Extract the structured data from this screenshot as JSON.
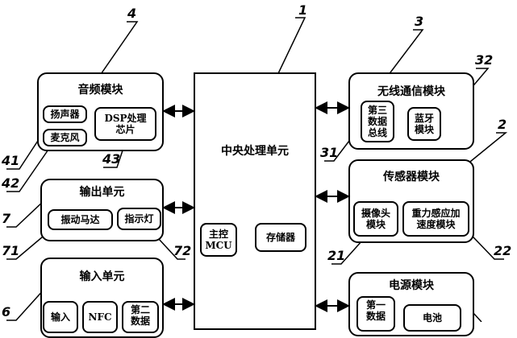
{
  "central": {
    "title": "中央处理单元",
    "mcu": "主控\nMCU",
    "storage": "存储器"
  },
  "audio": {
    "title": "音频模块",
    "speaker": "扬声器",
    "mic": "麦克风",
    "dsp": "DSP处理\n芯片"
  },
  "output": {
    "title": "输出单元",
    "motor": "振动马达",
    "indicator": "指示灯"
  },
  "input": {
    "title": "输入单元",
    "key": "输入",
    "nfc": "NFC",
    "second": "第二\n数据"
  },
  "wireless": {
    "title": "无线通信模块",
    "bus3": "第三\n数据\n总线",
    "bluetooth": "蓝牙\n模块"
  },
  "sensor": {
    "title": "传感器模块",
    "camera": "摄像头\n模块",
    "gravity": "重力感应加\n速度模块"
  },
  "power": {
    "title": "电源模块",
    "bus1": "第一\n数据",
    "battery": "电池"
  },
  "labels": {
    "n1": "1",
    "n2": "2",
    "n3": "3",
    "n4": "4",
    "n6": "6",
    "n7": "7",
    "n21": "21",
    "n22": "22",
    "n31": "31",
    "n32": "32",
    "n41": "41",
    "n42": "42",
    "n43": "43",
    "n71": "71",
    "n72": "72"
  }
}
